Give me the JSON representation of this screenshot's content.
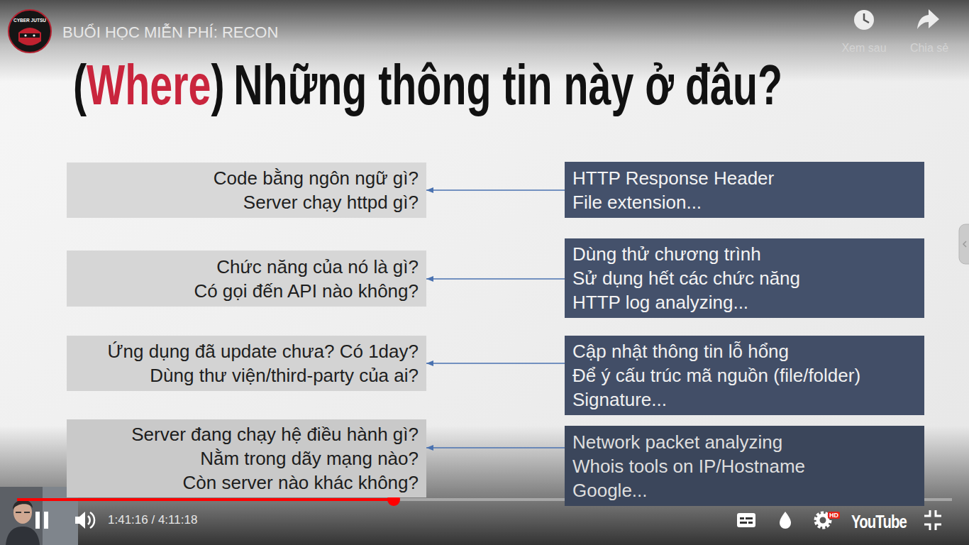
{
  "diagram": {
    "title": "BUỔI HỌC MIỄN PHÍ: RECON",
    "nodes": [
      {
        "text": [
          "Code bằng ngôn ngữ gì?",
          "Server chạy httpd gì?"
        ]
      },
      {
        "text": [
          "HTTP Response Header",
          "File extension..."
        ]
      },
      {
        "text": [
          "Chức năng của nó là gì?",
          "Có gọi đến API nào không?"
        ]
      },
      {
        "text": [
          "Dùng thử chương trình",
          "Sử dụng hết các chức năng",
          "HTTP log analyzing..."
        ]
      },
      {
        "text": [
          "Ứng dụng đã update chưa? Có 1day?",
          "Dùng thư viện/third-party của ai?"
        ]
      },
      {
        "text": [
          "Cập nhật thông tin lỗ hổng",
          "Để ý cấu trúc mã nguồn (file/folder)",
          "Signature..."
        ]
      },
      {
        "text": [
          "Server đang chạy hệ điều hành gì?",
          "Nằm trong dãy mạng nào?",
          "Còn server nào khác không?"
        ]
      },
      {
        "text": [
          "Network packet analyzing",
          "Whois tools on IP/Hostname",
          "Google..."
        ]
      }
    ],
    "edges": [
      {
        "from": 1,
        "to": 0,
        "arrow": "to"
      },
      {
        "from": 3,
        "to": 2,
        "arrow": "to"
      },
      {
        "from": 5,
        "to": 4,
        "arrow": "to"
      },
      {
        "from": 7,
        "to": 6,
        "arrow": "to"
      }
    ],
    "labels": [
      "(",
      "Where",
      ")",
      "Những thông tin này ở đâu?",
      "CYBER JUTSU",
      "Xem sau",
      "Chia sẻ",
      "1:41:16 / 4:11:18",
      "HD",
      "YouTube"
    ]
  }
}
